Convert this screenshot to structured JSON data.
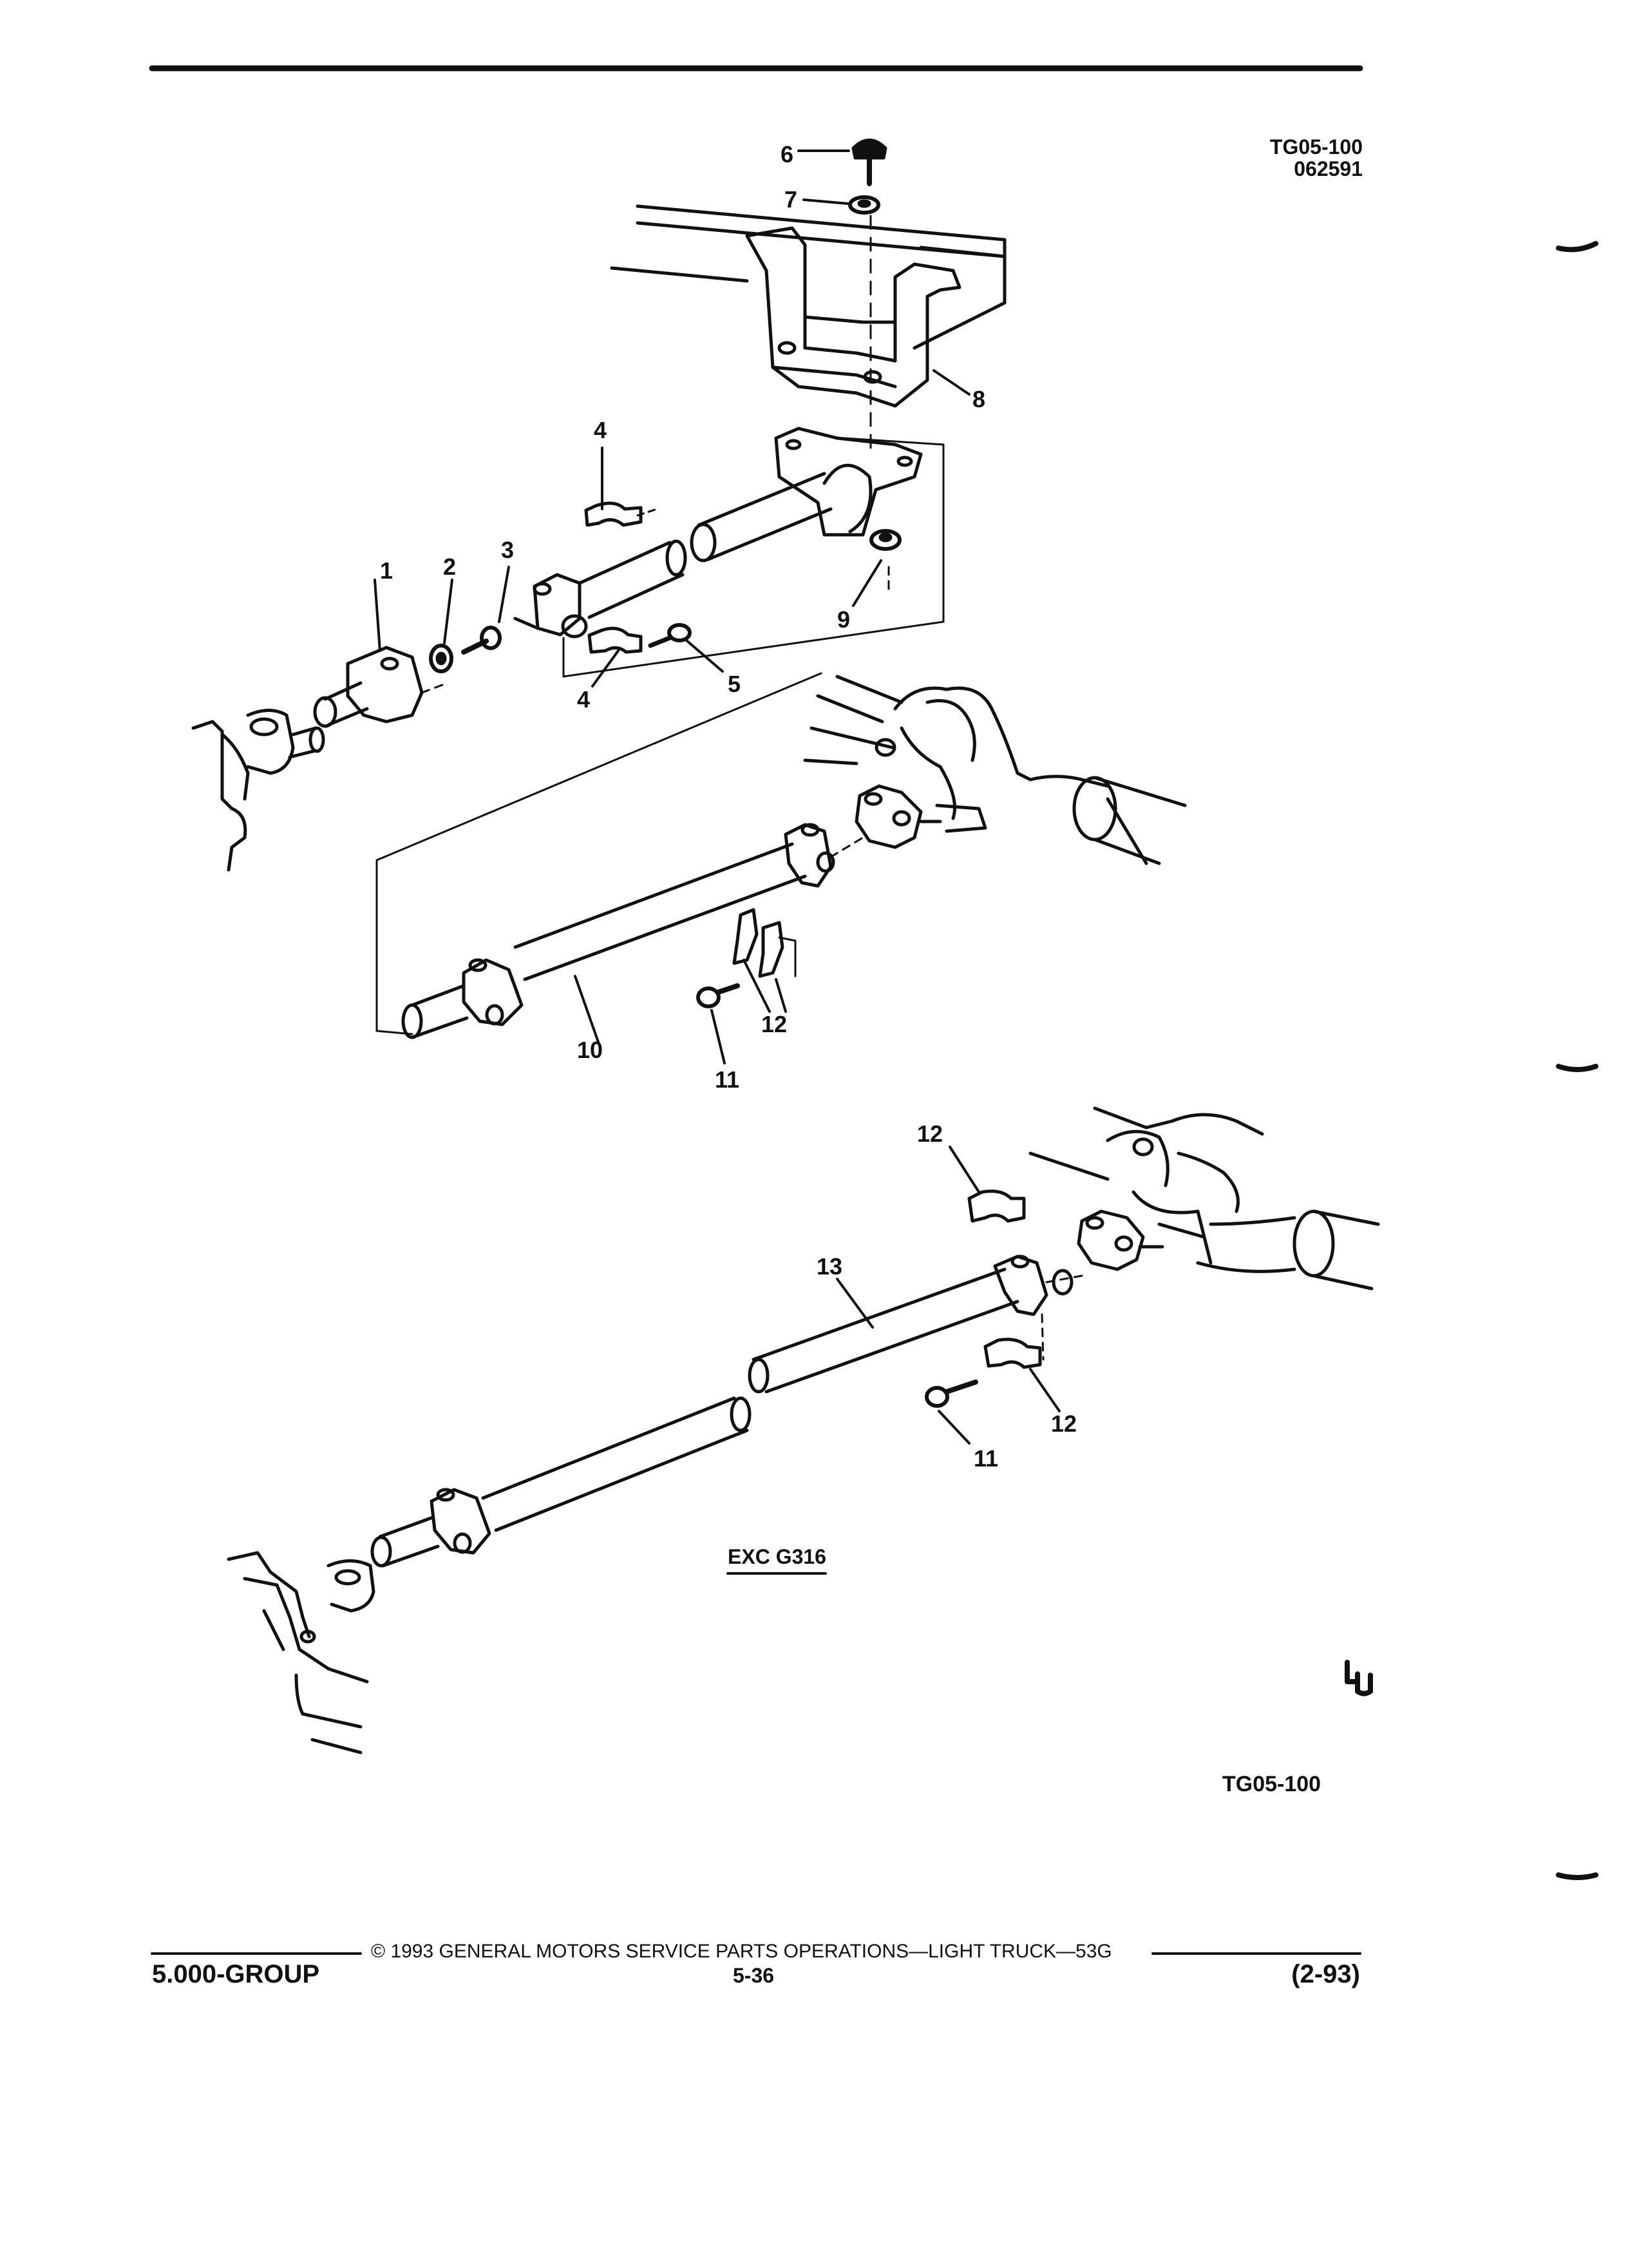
{
  "header": {
    "figure_code": "TG05-100",
    "figure_date": "062591"
  },
  "callouts": {
    "c1": "1",
    "c2": "2",
    "c3": "3",
    "c4a": "4",
    "c4b": "4",
    "c5": "5",
    "c6": "6",
    "c7": "7",
    "c8": "8",
    "c9": "9",
    "c10": "10",
    "c11a": "11",
    "c12a": "12",
    "c12b": "12",
    "c13": "13",
    "c11b": "11"
  },
  "variant_label": "EXC G316",
  "bottom_figure_code": "TG05-100",
  "footer": {
    "copyright": "© 1993 GENERAL MOTORS SERVICE PARTS OPERATIONS—LIGHT TRUCK—53G",
    "group": "5.000-GROUP",
    "page": "5-36",
    "revision": "(2-93)"
  }
}
